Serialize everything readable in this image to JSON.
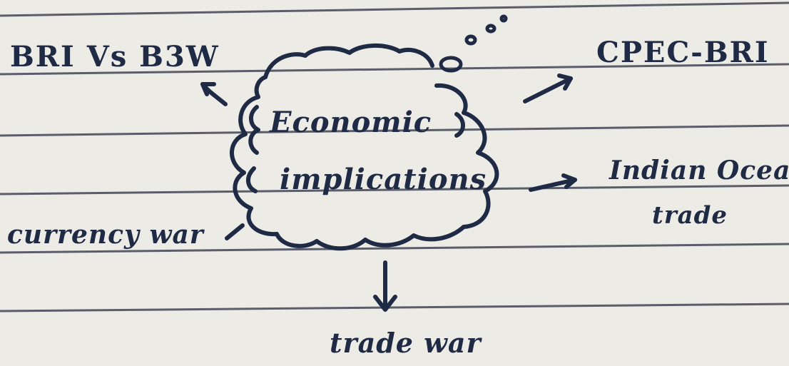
{
  "central": {
    "line1": "Economic",
    "line2": "implications"
  },
  "nodes": {
    "top_left": "BRI Vs B3W",
    "top_right": "CPEC-BRI",
    "right_line1": "Indian Ocean",
    "right_line2": "trade",
    "left": "currency war",
    "bottom": "trade war"
  },
  "colors": {
    "paper": "#ecebe6",
    "rule": "#5b5e6a",
    "ink": "#1f2a44"
  }
}
